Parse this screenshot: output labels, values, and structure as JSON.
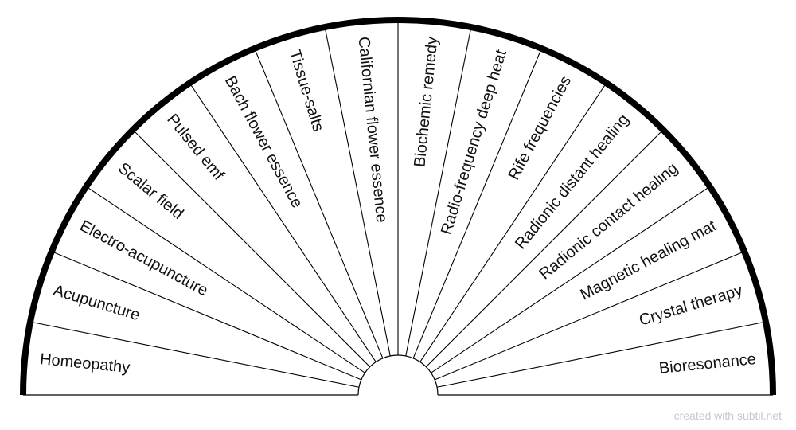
{
  "chart": {
    "segments": [
      "Homeopathy",
      "Acupuncture",
      "Electro-acupuncture",
      "Scalar field",
      "Pulsed emf",
      "Bach flower essence",
      "Tissue-salts",
      "Californian flower essence",
      "Biochemic remedy",
      "Radio-frequency deep heat",
      "Rife frequencies",
      "Radionic distant healing",
      "Radionic contact healing",
      "Magnetic healing mat",
      "Crystal therapy",
      "Bioresonance"
    ],
    "colors": {
      "background": "#ffffff",
      "outline": "#000000",
      "divider": "#000000",
      "text": "#111111"
    }
  },
  "footer": {
    "credit": "created with subtil.net"
  }
}
